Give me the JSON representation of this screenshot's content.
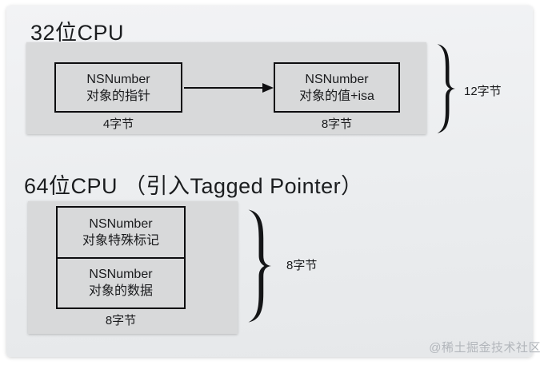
{
  "cpu32": {
    "title": "32位CPU",
    "pointer_box": {
      "line1": "NSNumber",
      "line2": "对象的指针",
      "size_label": "4字节"
    },
    "value_box": {
      "line1": "NSNumber",
      "line2": "对象的值+isa",
      "size_label": "8字节"
    },
    "total_size_label": "12字节"
  },
  "cpu64": {
    "title": "64位CPU （引入Tagged Pointer）",
    "tag_box": {
      "line1": "NSNumber",
      "line2": "对象特殊标记"
    },
    "data_box": {
      "line1": "NSNumber",
      "line2": "对象的数据"
    },
    "box_size_label": "8字节",
    "total_size_label": "8字节"
  },
  "watermark": "@稀土掘金技术社区",
  "colors": {
    "panel_bg": "#d8d9da",
    "box_border": "#0d0d0f",
    "text": "#1a1b1d",
    "slide_bg_top": "#f2f3f5",
    "slide_bg_bottom": "#e6e8ea",
    "watermark": "#b2b6bb"
  }
}
